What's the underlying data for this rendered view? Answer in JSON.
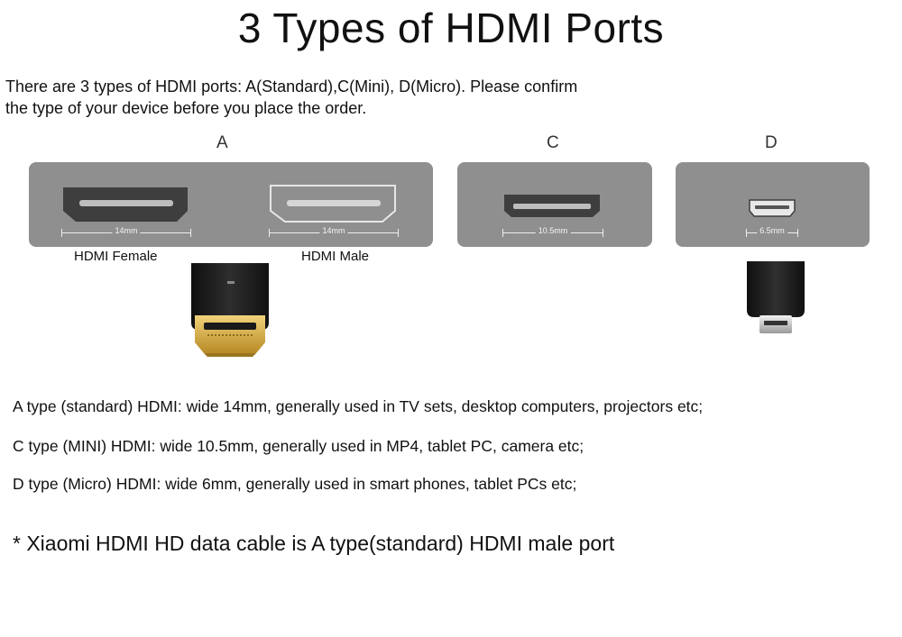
{
  "title": "3 Types of HDMI Ports",
  "intro": {
    "line1": "There are 3 types of HDMI ports: A(Standard),C(Mini), D(Micro). Please confirm",
    "line2": "the type of your device before you place the order."
  },
  "types": {
    "a": {
      "label": "A",
      "female_dim": "14mm",
      "male_dim": "14mm",
      "female_caption": "HDMI Female",
      "male_caption": "HDMI Male"
    },
    "c": {
      "label": "C",
      "dim": "10.5mm"
    },
    "d": {
      "label": "D",
      "dim": "6.5mm"
    }
  },
  "descriptions": [
    "A type (standard) HDMI: wide 14mm, generally used in TV sets, desktop computers, projectors etc;",
    "C type (MINI) HDMI: wide 10.5mm, generally used in MP4, tablet PC, camera etc;",
    "D type (Micro) HDMI: wide 6mm, generally used in smart phones, tablet PCs etc;"
  ],
  "note": "* Xiaomi HDMI HD data cable is A type(standard) HDMI male port",
  "colors": {
    "panel": "#8f8f8f",
    "port_dark": "#3e3e3e",
    "gold": "#d9b24a",
    "plug_body": "#1d1d1d"
  }
}
